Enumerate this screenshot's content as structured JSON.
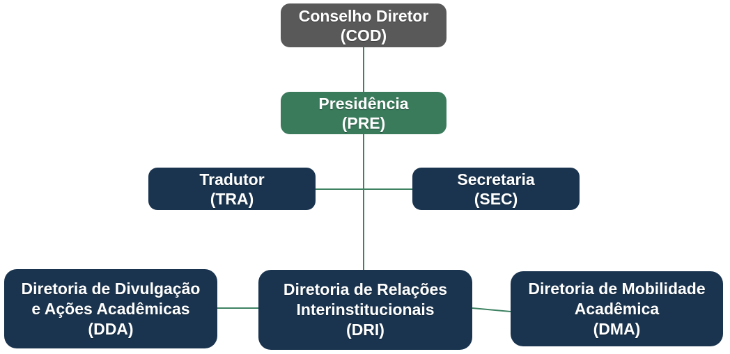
{
  "palette": {
    "root_box": "#595959",
    "presidency_box": "#3A7B5C",
    "unit_box": "#1A344F",
    "connector_line": "#3E8262",
    "box_text": "#FFFFFF",
    "background": "#FFFFFF"
  },
  "org_chart": {
    "type": "org-chart",
    "nodes": [
      {
        "id": "COD",
        "name": "Conselho Diretor",
        "lines": [
          "Conselho Diretor",
          "(COD)"
        ]
      },
      {
        "id": "PRE",
        "name": "Presidência",
        "lines": [
          "Presidência",
          "(PRE)"
        ]
      },
      {
        "id": "TRA",
        "name": "Tradutor",
        "lines": [
          "Tradutor",
          "(TRA)"
        ]
      },
      {
        "id": "SEC",
        "name": "Secretaria",
        "lines": [
          "Secretaria",
          "(SEC)"
        ]
      },
      {
        "id": "DDA",
        "name": "Diretoria de Divulgação e Ações Acadêmicas",
        "lines": [
          "Diretoria de Divulgação",
          "e Ações Acadêmicas",
          "(DDA)"
        ]
      },
      {
        "id": "DRI",
        "name": "Diretoria de Relações Interinstitucionais",
        "lines": [
          "Diretoria de Relações",
          "Interinstitucionais",
          "(DRI)"
        ]
      },
      {
        "id": "DMA",
        "name": "Diretoria de Mobilidade Acadêmica",
        "lines": [
          "Diretoria de Mobilidade",
          "Acadêmica",
          "(DMA)"
        ]
      }
    ],
    "edges": [
      {
        "from": "COD",
        "to": "PRE"
      },
      {
        "from": "PRE",
        "to": "DRI"
      },
      {
        "from": "TRA",
        "to": "SEC"
      },
      {
        "from": "DDA",
        "to": "DRI"
      },
      {
        "from": "DRI",
        "to": "DMA"
      }
    ]
  }
}
